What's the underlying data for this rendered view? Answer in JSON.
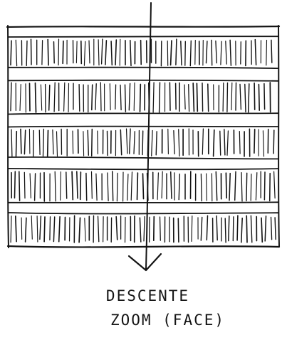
{
  "diagram": {
    "caption_line_1": "DESCENTE",
    "caption_line_2": "ZOOM (FACE)",
    "ink_color": "#141414",
    "background_color": "#ffffff",
    "stroke_rows": 5
  }
}
